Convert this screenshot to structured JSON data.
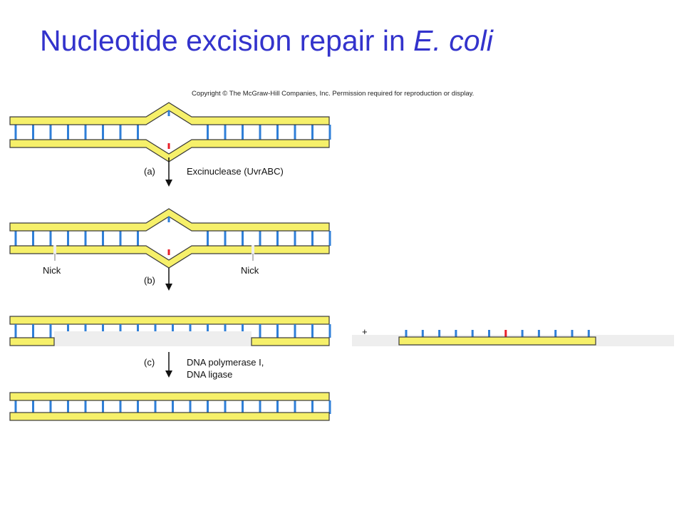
{
  "title": {
    "main": "Nucleotide excision repair in",
    "italic": "E. coli"
  },
  "copyright": "Copyright © The McGraw-Hill Companies, Inc. Permission required for reproduction or display.",
  "steps": {
    "a": {
      "letter": "(a)",
      "label": "Excinuclease (UvrABC)"
    },
    "b": {
      "letter": "(b)",
      "nick_left": "Nick",
      "nick_right": "Nick"
    },
    "c": {
      "letter": "(c)",
      "label_line1": "DNA polymerase I,",
      "label_line2": "DNA ligase"
    }
  },
  "plus": "+",
  "colors": {
    "strand_fill": "#f6f06a",
    "strand_edge": "#3a3a3a",
    "base_pair": "#2f7fd8",
    "damaged_base": "#e8202a",
    "gap": "#eeeeee",
    "title": "#3333cc"
  }
}
